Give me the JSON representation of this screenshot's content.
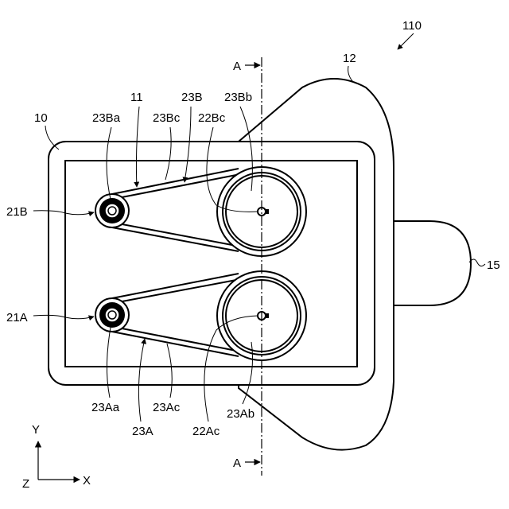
{
  "figure_number": "110",
  "labels": {
    "housing": "10",
    "belt_drive": "11",
    "cover": "12",
    "knob": "15",
    "motor_b": "21B",
    "motor_a": "21A",
    "belt_b": "23B",
    "pulley_b_small": "23Ba",
    "belt_b_section": "23Bc",
    "shaft_b": "22Bc",
    "pulley_b_large": "23Bb",
    "belt_a": "23A",
    "pulley_a_small": "23Aa",
    "belt_a_section": "23Ac",
    "shaft_a": "22Ac",
    "pulley_a_large": "23Ab"
  },
  "section": {
    "top": "A",
    "bottom": "A"
  },
  "axes": {
    "x": "X",
    "y": "Y",
    "z": "Z"
  }
}
